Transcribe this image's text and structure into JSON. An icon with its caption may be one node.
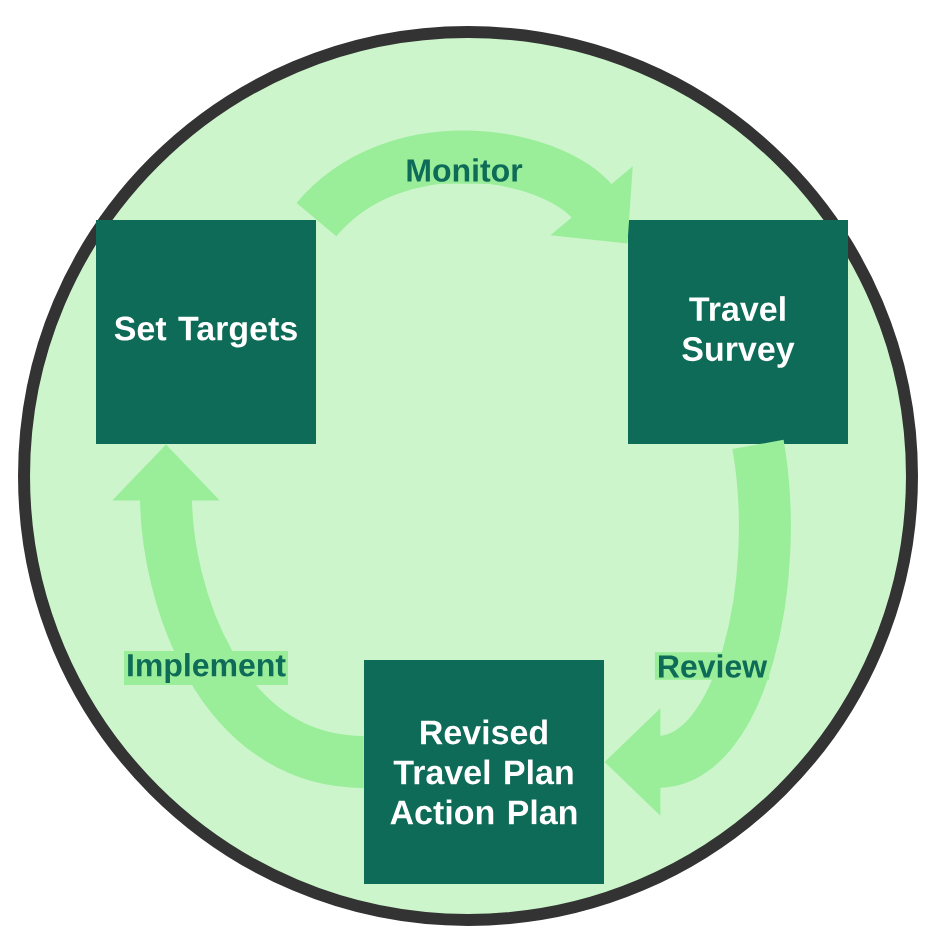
{
  "diagram": {
    "nodes": [
      {
        "text": [
          "Set Targets"
        ]
      },
      {
        "text": [
          "Travel Survey"
        ]
      },
      {
        "text": [
          "Revised Travel Plan Action Plan"
        ]
      }
    ],
    "edges": [
      {
        "from": 0,
        "to": 1,
        "arrow": "to",
        "label": "Monitor"
      },
      {
        "from": 1,
        "to": 2,
        "arrow": "to",
        "label": "Review"
      },
      {
        "from": 2,
        "to": 0,
        "arrow": "to",
        "label": "Implement"
      }
    ]
  }
}
